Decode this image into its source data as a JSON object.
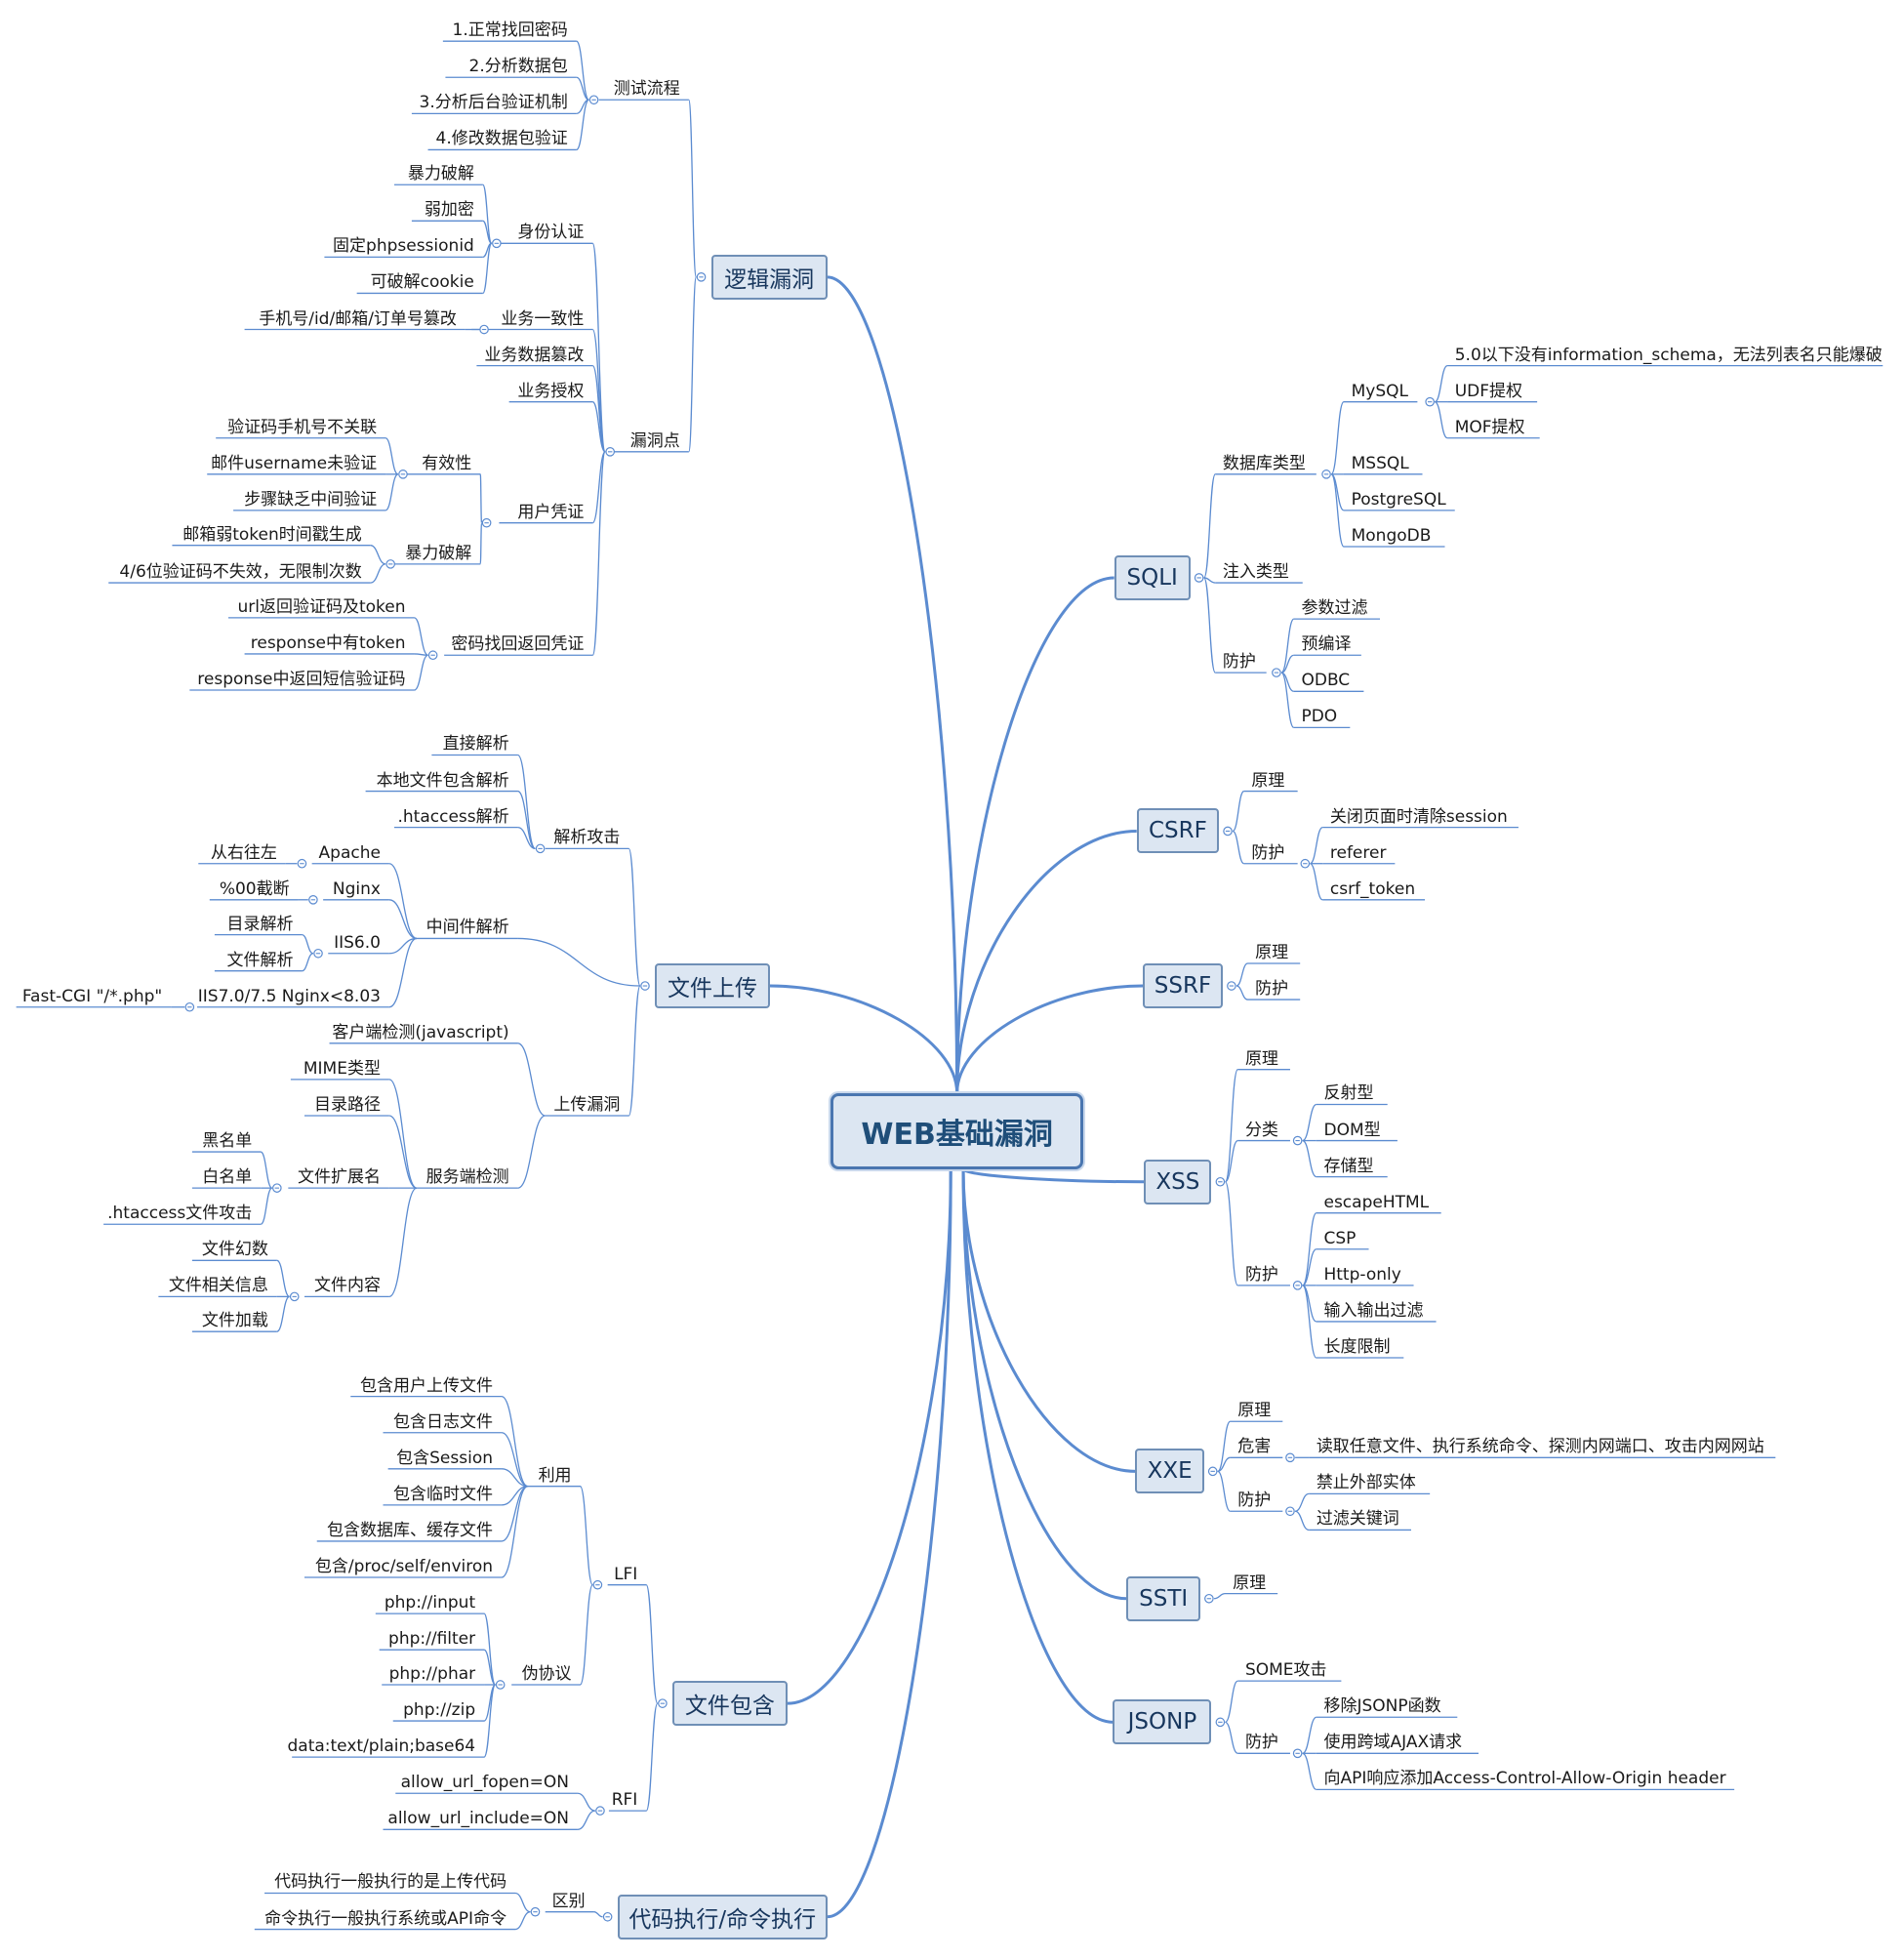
{
  "colors": {
    "line": "#5b8bd0",
    "node_fill": "#dce6f2",
    "node_border": "#6f8fb6",
    "text": "#1a1a1a"
  },
  "root": "WEB基础漏洞",
  "branches": [
    {
      "label": "逻辑漏洞",
      "children": [
        {
          "label": "测试流程",
          "children": [
            {
              "label": "1.正常找回密码"
            },
            {
              "label": "2.分析数据包"
            },
            {
              "label": "3.分析后台验证机制"
            },
            {
              "label": "4.修改数据包验证"
            }
          ]
        },
        {
          "label": "漏洞点",
          "children": [
            {
              "label": "身份认证",
              "children": [
                {
                  "label": "暴力破解"
                },
                {
                  "label": "弱加密"
                },
                {
                  "label": "固定phpsessionid"
                },
                {
                  "label": "可破解cookie"
                }
              ]
            },
            {
              "label": "业务一致性",
              "children": [
                {
                  "label": "手机号/id/邮箱/订单号篡改"
                }
              ]
            },
            {
              "label": "业务数据篡改"
            },
            {
              "label": "业务授权"
            },
            {
              "label": "用户凭证",
              "children": [
                {
                  "label": "有效性",
                  "children": [
                    {
                      "label": "验证码手机号不关联"
                    },
                    {
                      "label": "邮件username未验证"
                    },
                    {
                      "label": "步骤缺乏中间验证"
                    }
                  ]
                },
                {
                  "label": "暴力破解",
                  "children": [
                    {
                      "label": "邮箱弱token时间戳生成"
                    },
                    {
                      "label": "4/6位验证码不失效，无限制次数"
                    }
                  ]
                }
              ]
            },
            {
              "label": "密码找回返回凭证",
              "children": [
                {
                  "label": "url返回验证码及token"
                },
                {
                  "label": "response中有token"
                },
                {
                  "label": "response中返回短信验证码"
                }
              ]
            }
          ]
        }
      ]
    },
    {
      "label": "文件上传",
      "children": [
        {
          "label": "解析攻击",
          "children": [
            {
              "label": "直接解析"
            },
            {
              "label": "本地文件包含解析"
            },
            {
              "label": ".htaccess解析"
            }
          ]
        },
        {
          "label": "中间件解析",
          "children": [
            {
              "label": "Apache",
              "children": [
                {
                  "label": "从右往左"
                }
              ]
            },
            {
              "label": "Nginx",
              "children": [
                {
                  "label": "%00截断"
                }
              ]
            },
            {
              "label": "IIS6.0",
              "children": [
                {
                  "label": "目录解析"
                },
                {
                  "label": "文件解析"
                }
              ]
            },
            {
              "label": "IIS7.0/7.5 Nginx<8.03",
              "children": [
                {
                  "label": "Fast-CGI \"/*.php\""
                }
              ]
            }
          ]
        },
        {
          "label": "上传漏洞",
          "children": [
            {
              "label": "客户端检测(javascript)"
            },
            {
              "label": "服务端检测",
              "children": [
                {
                  "label": "MIME类型"
                },
                {
                  "label": "目录路径"
                },
                {
                  "label": "文件扩展名",
                  "children": [
                    {
                      "label": "黑名单"
                    },
                    {
                      "label": "白名单"
                    },
                    {
                      "label": ".htaccess文件攻击"
                    }
                  ]
                },
                {
                  "label": "文件内容",
                  "children": [
                    {
                      "label": "文件幻数"
                    },
                    {
                      "label": "文件相关信息"
                    },
                    {
                      "label": "文件加载"
                    }
                  ]
                }
              ]
            }
          ]
        }
      ]
    },
    {
      "label": "文件包含",
      "children": [
        {
          "label": "LFI",
          "children": [
            {
              "label": "利用",
              "children": [
                {
                  "label": "包含用户上传文件"
                },
                {
                  "label": "包含日志文件"
                },
                {
                  "label": "包含Session"
                },
                {
                  "label": "包含临时文件"
                },
                {
                  "label": "包含数据库、缓存文件"
                },
                {
                  "label": "包含/proc/self/environ"
                }
              ]
            },
            {
              "label": "伪协议",
              "children": [
                {
                  "label": "php://input"
                },
                {
                  "label": "php://filter"
                },
                {
                  "label": "php://phar"
                },
                {
                  "label": "php://zip"
                },
                {
                  "label": "data:text/plain;base64"
                }
              ]
            }
          ]
        },
        {
          "label": "RFI",
          "children": [
            {
              "label": "allow_url_fopen=ON"
            },
            {
              "label": "allow_url_include=ON"
            }
          ]
        }
      ]
    },
    {
      "label": "代码执行/命令执行",
      "children": [
        {
          "label": "区别",
          "children": [
            {
              "label": "代码执行一般执行的是上传代码"
            },
            {
              "label": "命令执行一般执行系统或API命令"
            }
          ]
        }
      ]
    },
    {
      "label": "SQLI",
      "children": [
        {
          "label": "数据库类型",
          "children": [
            {
              "label": "MySQL",
              "children": [
                {
                  "label": "5.0以下没有information_schema，无法列表名只能爆破"
                },
                {
                  "label": "UDF提权"
                },
                {
                  "label": "MOF提权"
                }
              ]
            },
            {
              "label": "MSSQL"
            },
            {
              "label": "PostgreSQL"
            },
            {
              "label": "MongoDB"
            }
          ]
        },
        {
          "label": "注入类型"
        },
        {
          "label": "防护",
          "children": [
            {
              "label": "参数过滤"
            },
            {
              "label": "预编译"
            },
            {
              "label": "ODBC"
            },
            {
              "label": "PDO"
            }
          ]
        }
      ]
    },
    {
      "label": "CSRF",
      "children": [
        {
          "label": "原理"
        },
        {
          "label": "防护",
          "children": [
            {
              "label": "关闭页面时清除session"
            },
            {
              "label": "referer"
            },
            {
              "label": "csrf_token"
            }
          ]
        }
      ]
    },
    {
      "label": "SSRF",
      "children": [
        {
          "label": "原理"
        },
        {
          "label": "防护"
        }
      ]
    },
    {
      "label": "XSS",
      "children": [
        {
          "label": "原理"
        },
        {
          "label": "分类",
          "children": [
            {
              "label": "反射型"
            },
            {
              "label": "DOM型"
            },
            {
              "label": "存储型"
            }
          ]
        },
        {
          "label": "防护",
          "children": [
            {
              "label": "escapeHTML"
            },
            {
              "label": "CSP"
            },
            {
              "label": "Http-only"
            },
            {
              "label": "输入输出过滤"
            },
            {
              "label": "长度限制"
            }
          ]
        }
      ]
    },
    {
      "label": "XXE",
      "children": [
        {
          "label": "原理"
        },
        {
          "label": "危害",
          "children": [
            {
              "label": "读取任意文件、执行系统命令、探测内网端口、攻击内网网站"
            }
          ]
        },
        {
          "label": "防护",
          "children": [
            {
              "label": "禁止外部实体"
            },
            {
              "label": "过滤关键词"
            }
          ]
        }
      ]
    },
    {
      "label": "SSTI",
      "children": [
        {
          "label": "原理"
        }
      ]
    },
    {
      "label": "JSONP",
      "children": [
        {
          "label": "SOME攻击"
        },
        {
          "label": "防护",
          "children": [
            {
              "label": "移除JSONP函数"
            },
            {
              "label": "使用跨域AJAX请求"
            },
            {
              "label": "向API响应添加Access-Control-Allow-Origin header"
            }
          ]
        }
      ]
    }
  ]
}
